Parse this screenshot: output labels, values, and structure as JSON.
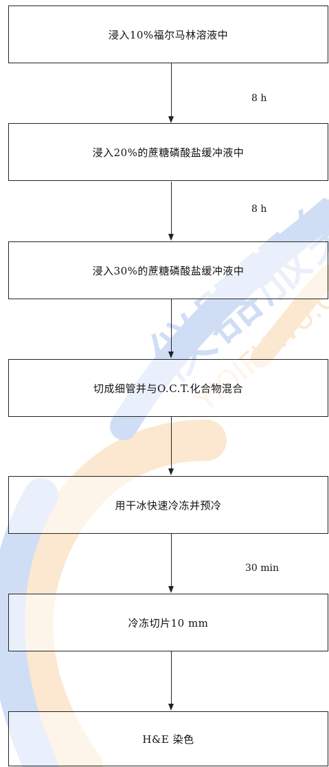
{
  "steps": [
    {
      "label": "浸入10%福尔马林溶液中"
    },
    {
      "label": "浸入20%的蔗糖磷酸盐缓冲液中"
    },
    {
      "label": "浸入30%的蔗糖磷酸盐缓冲液中"
    },
    {
      "label": "切成细管并与O.C.T.化合物混合"
    },
    {
      "label": "用干冰快速冷冻并预冷"
    },
    {
      "label": "冷冻切片10 mm"
    },
    {
      "label": "H&E 染色"
    }
  ],
  "connectors": [
    {
      "time": "8 h"
    },
    {
      "time": "8 h"
    },
    {
      "time": ""
    },
    {
      "time": ""
    },
    {
      "time": "30 min"
    },
    {
      "time": ""
    }
  ],
  "watermark": {
    "text_cn": "仪器服务网",
    "text_en": "YIQIFUWU.COM",
    "colors": {
      "blue": "#2f6fd6",
      "orange": "#f29a2e"
    }
  }
}
